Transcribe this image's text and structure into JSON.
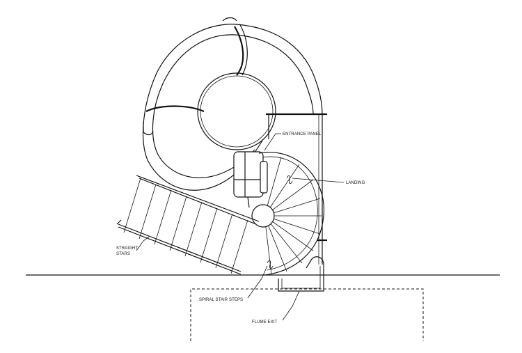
{
  "labels": {
    "entrance_panel": "ENTRANCE PANEL",
    "landing": "LANDING",
    "straight_stairs_line1": "STRAIGHT",
    "straight_stairs_line2": "STARS",
    "spiral_stair_steps": "SPIRAL STAIR STEPS",
    "flume_exit": "FLUME EXIT"
  }
}
